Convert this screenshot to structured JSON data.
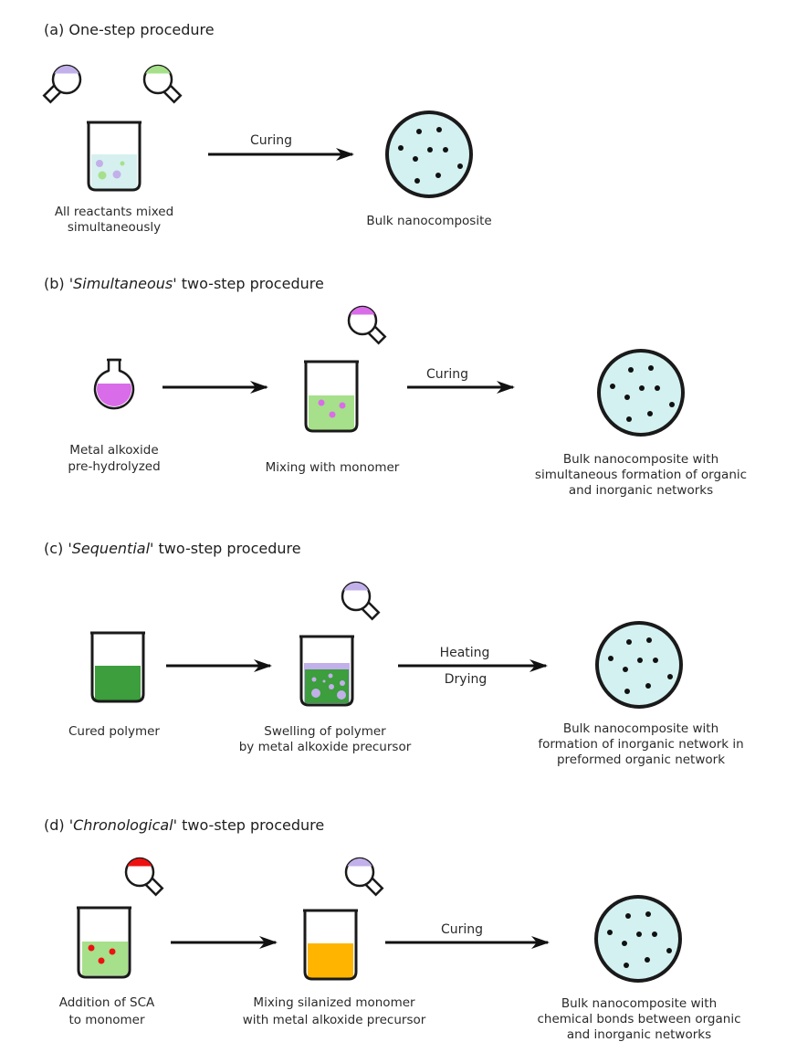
{
  "colors": {
    "stroke": "#1a1a1a",
    "lavender": "#c2b0ea",
    "light_green": "#a6e08a",
    "magenta": "#d96ce8",
    "dark_green": "#3c9e3c",
    "red": "#ee1111",
    "orange": "#ffb400",
    "pale_blue": "#d6f0f0",
    "nano_fill": "#d4f1f1"
  },
  "panels": [
    {
      "id": "a",
      "prefix": "(a) ",
      "emph": "",
      "suffix": "One-step procedure",
      "steps": [
        {
          "lines": [
            "All reactants mixed",
            "simultaneously"
          ]
        },
        {
          "lines": [
            "Bulk nanocomposite"
          ]
        }
      ],
      "arrows": [
        {
          "above": "Curing",
          "below": ""
        }
      ]
    },
    {
      "id": "b",
      "prefix": "(b) '",
      "emph": "Simultaneous",
      "suffix": "' two-step procedure",
      "steps": [
        {
          "lines": [
            "Metal alkoxide",
            "pre-hydrolyzed"
          ]
        },
        {
          "lines": [
            "Mixing with monomer"
          ]
        },
        {
          "lines": [
            "Bulk nanocomposite with",
            "simultaneous formation of organic",
            "and inorganic networks"
          ]
        }
      ],
      "arrows": [
        {
          "above": "",
          "below": ""
        },
        {
          "above": "Curing",
          "below": ""
        }
      ]
    },
    {
      "id": "c",
      "prefix": "(c) '",
      "emph": "Sequential",
      "suffix": "' two-step procedure",
      "steps": [
        {
          "lines": [
            "Cured polymer"
          ]
        },
        {
          "lines": [
            "Swelling of polymer",
            "by metal alkoxide precursor"
          ]
        },
        {
          "lines": [
            "Bulk nanocomposite with",
            "formation of inorganic network in",
            "preformed organic network"
          ]
        }
      ],
      "arrows": [
        {
          "above": "",
          "below": ""
        },
        {
          "above": "Heating",
          "below": "Drying"
        }
      ]
    },
    {
      "id": "d",
      "prefix": "(d) '",
      "emph": "Chronological",
      "suffix": "' two-step procedure",
      "steps": [
        {
          "lines": [
            "Addition of SCA",
            "to monomer"
          ]
        },
        {
          "lines": [
            "Mixing silanized monomer",
            "with metal alkoxide precursor"
          ]
        },
        {
          "lines": [
            "Bulk nanocomposite with",
            "chemical bonds between organic",
            "and inorganic networks"
          ]
        }
      ],
      "arrows": [
        {
          "above": "",
          "below": ""
        },
        {
          "above": "Curing",
          "below": ""
        }
      ]
    }
  ]
}
